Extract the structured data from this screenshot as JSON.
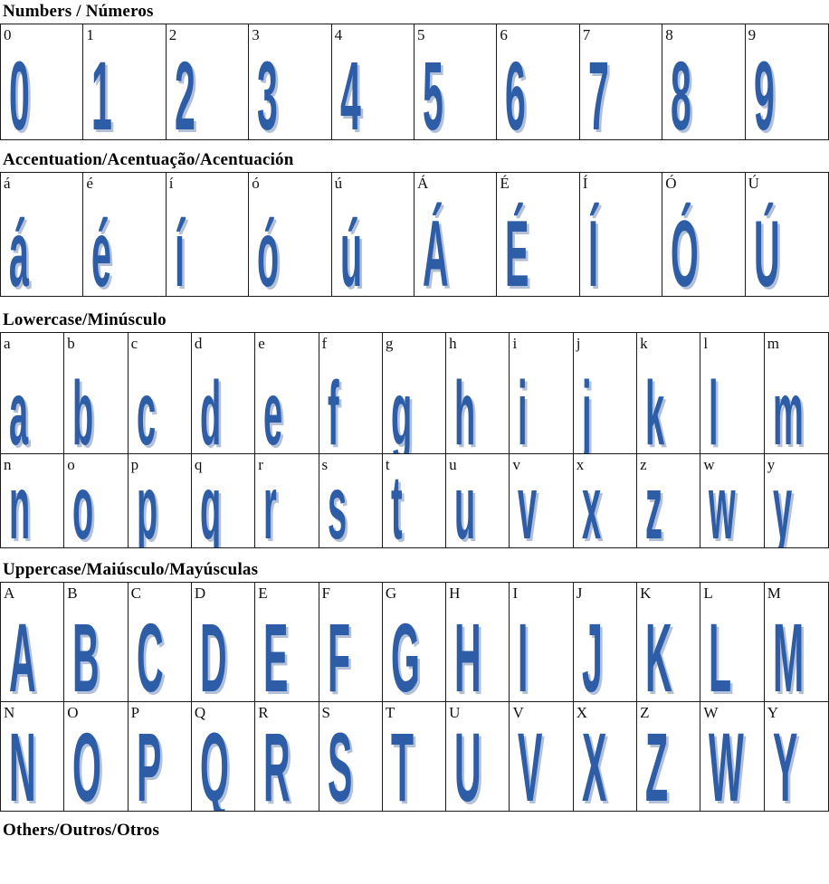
{
  "page": {
    "background": "#ffffff"
  },
  "colors": {
    "glyph_blue": "#2d5da7",
    "glyph_shadow": "#b4c0d6",
    "border": "#1a1a1a",
    "label_black": "#111111"
  },
  "sections": [
    {
      "title": "Numbers / Números",
      "rows": [
        [
          "0",
          "1",
          "2",
          "3",
          "4",
          "5",
          "6",
          "7",
          "8",
          "9"
        ]
      ]
    },
    {
      "title": "Accentuation/Acentuação/Acentuación",
      "rows": [
        [
          "á",
          "é",
          "í",
          "ó",
          "ú",
          "Á",
          "É",
          "Í",
          "Ó",
          "Ú"
        ]
      ]
    },
    {
      "title": "Lowercase/Minúsculo",
      "rows": [
        [
          "a",
          "b",
          "c",
          "d",
          "e",
          "f",
          "g",
          "h",
          "i",
          "j",
          "k",
          "l",
          "m"
        ],
        [
          "n",
          "o",
          "p",
          "q",
          "r",
          "s",
          "t",
          "u",
          "v",
          "x",
          "z",
          "w",
          "y"
        ]
      ]
    },
    {
      "title": "Uppercase/Maiúsculo/Mayúsculas",
      "rows": [
        [
          "A",
          "B",
          "C",
          "D",
          "E",
          "F",
          "G",
          "H",
          "I",
          "J",
          "K",
          "L",
          "M"
        ],
        [
          "N",
          "O",
          "P",
          "Q",
          "R",
          "S",
          "T",
          "U",
          "V",
          "X",
          "Z",
          "W",
          "Y"
        ]
      ]
    },
    {
      "title": "Others/Outros/Otros",
      "rows": []
    }
  ]
}
